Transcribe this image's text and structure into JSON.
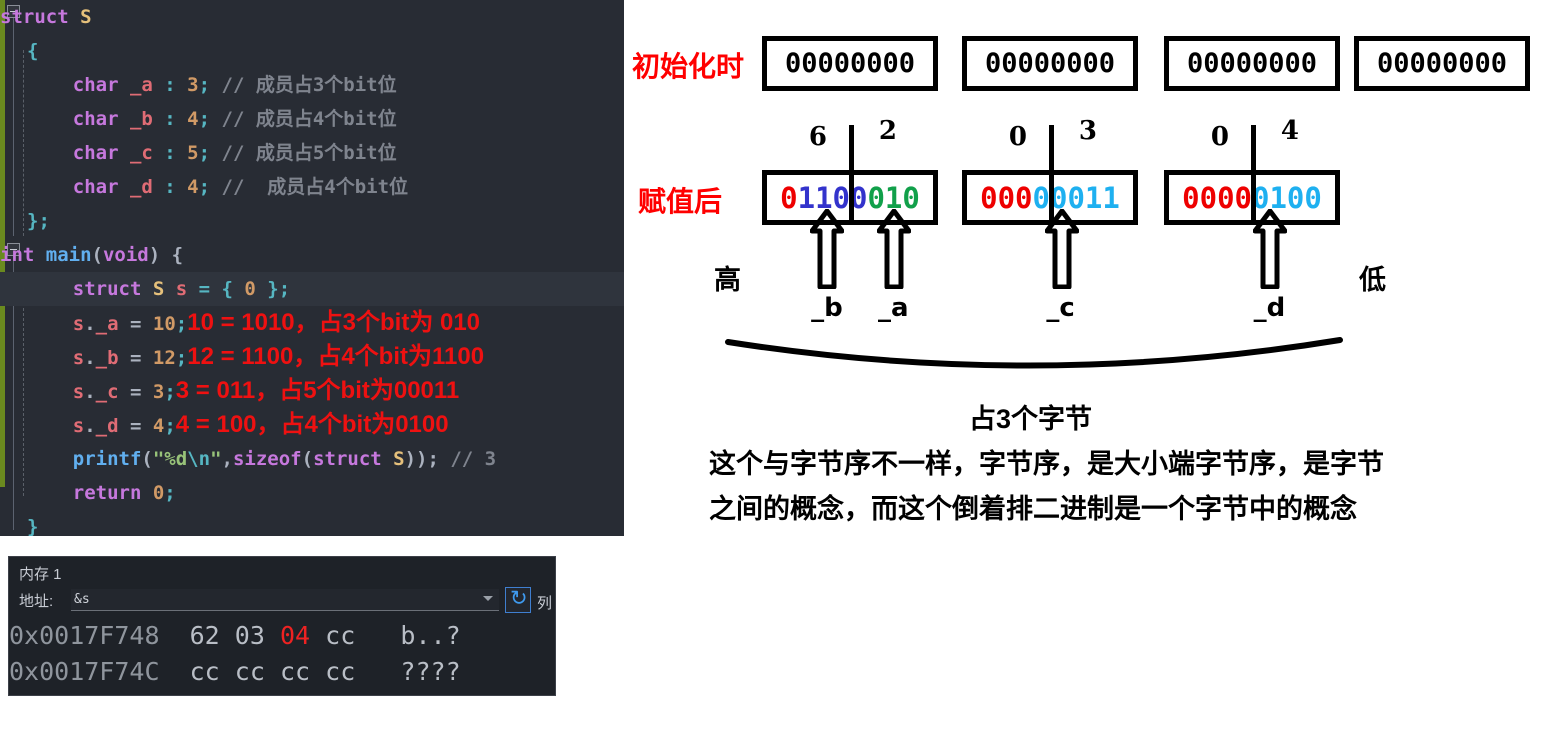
{
  "editor": {
    "lines": [
      {
        "indent": false,
        "tokens": [
          {
            "t": "struct ",
            "c": "kw"
          },
          {
            "t": "S",
            "c": "typ"
          }
        ]
      },
      {
        "indent": true,
        "tokens": [
          {
            "t": "{",
            "c": "kw2"
          }
        ]
      },
      {
        "indent": true,
        "tokens": [
          {
            "t": "    char ",
            "c": "kw"
          },
          {
            "t": "_a",
            "c": "var"
          },
          {
            "t": " : ",
            "c": "kw2"
          },
          {
            "t": "3",
            "c": "num"
          },
          {
            "t": ";",
            "c": "kw2"
          },
          {
            "t": " // ",
            "c": "cmt"
          },
          {
            "t": "成员占3个bit位",
            "c": "cmt"
          }
        ]
      },
      {
        "indent": true,
        "tokens": [
          {
            "t": "    char ",
            "c": "kw"
          },
          {
            "t": "_b",
            "c": "var"
          },
          {
            "t": " : ",
            "c": "kw2"
          },
          {
            "t": "4",
            "c": "num"
          },
          {
            "t": ";",
            "c": "kw2"
          },
          {
            "t": " // ",
            "c": "cmt"
          },
          {
            "t": "成员占4个bit位",
            "c": "cmt"
          }
        ]
      },
      {
        "indent": true,
        "tokens": [
          {
            "t": "    char ",
            "c": "kw"
          },
          {
            "t": "_c",
            "c": "var"
          },
          {
            "t": " : ",
            "c": "kw2"
          },
          {
            "t": "5",
            "c": "num"
          },
          {
            "t": ";",
            "c": "kw2"
          },
          {
            "t": " // ",
            "c": "cmt"
          },
          {
            "t": "成员占5个bit位",
            "c": "cmt"
          }
        ]
      },
      {
        "indent": true,
        "tokens": [
          {
            "t": "    char ",
            "c": "kw"
          },
          {
            "t": "_d",
            "c": "var"
          },
          {
            "t": " : ",
            "c": "kw2"
          },
          {
            "t": "4",
            "c": "num"
          },
          {
            "t": ";",
            "c": "kw2"
          },
          {
            "t": " //  ",
            "c": "cmt"
          },
          {
            "t": "成员占4个bit位",
            "c": "cmt"
          }
        ]
      },
      {
        "indent": true,
        "tokens": [
          {
            "t": "};",
            "c": "kw2"
          }
        ]
      },
      {
        "indent": false,
        "tokens": [
          {
            "t": "int ",
            "c": "kw"
          },
          {
            "t": "main",
            "c": "fn"
          },
          {
            "t": "(",
            "c": "punct"
          },
          {
            "t": "void",
            "c": "kw"
          },
          {
            "t": ") {",
            "c": "punct"
          }
        ]
      },
      {
        "indent": true,
        "tokens": [
          {
            "t": "    struct ",
            "c": "kw"
          },
          {
            "t": "S ",
            "c": "typ"
          },
          {
            "t": "s",
            "c": "var"
          },
          {
            "t": " = { ",
            "c": "kw2"
          },
          {
            "t": "0",
            "c": "num"
          },
          {
            "t": " };",
            "c": "kw2"
          }
        ]
      },
      {
        "indent": true,
        "tokens": [
          {
            "t": "    s",
            "c": "var"
          },
          {
            "t": ".",
            "c": "punct"
          },
          {
            "t": "_a",
            "c": "var"
          },
          {
            "t": " = ",
            "c": "punct"
          },
          {
            "t": "10",
            "c": "num"
          },
          {
            "t": ";",
            "c": "kw2"
          }
        ],
        "annotation": "10 = 1010，占3个bit为 010"
      },
      {
        "indent": true,
        "tokens": [
          {
            "t": "    s",
            "c": "var"
          },
          {
            "t": ".",
            "c": "punct"
          },
          {
            "t": "_b",
            "c": "var"
          },
          {
            "t": " = ",
            "c": "punct"
          },
          {
            "t": "12",
            "c": "num"
          },
          {
            "t": ";",
            "c": "kw2"
          }
        ],
        "annotation": "12 = 1100，占4个bit为1100"
      },
      {
        "indent": true,
        "tokens": [
          {
            "t": "    s",
            "c": "var"
          },
          {
            "t": ".",
            "c": "punct"
          },
          {
            "t": "_c",
            "c": "var"
          },
          {
            "t": " = ",
            "c": "punct"
          },
          {
            "t": "3",
            "c": "num"
          },
          {
            "t": ";",
            "c": "kw2"
          }
        ],
        "annotation": "3 = 011，占5个bit为00011"
      },
      {
        "indent": true,
        "tokens": [
          {
            "t": "    s",
            "c": "var"
          },
          {
            "t": ".",
            "c": "punct"
          },
          {
            "t": "_d",
            "c": "var"
          },
          {
            "t": " = ",
            "c": "punct"
          },
          {
            "t": "4",
            "c": "num"
          },
          {
            "t": ";",
            "c": "kw2"
          }
        ],
        "annotation": "4 = 100，占4个bit为0100"
      },
      {
        "indent": true,
        "tokens": [
          {
            "t": "    printf",
            "c": "fn"
          },
          {
            "t": "(",
            "c": "punct"
          },
          {
            "t": "\"%d",
            "c": "str"
          },
          {
            "t": "\\n",
            "c": "esc"
          },
          {
            "t": "\"",
            "c": "str"
          },
          {
            "t": ",",
            "c": "punct"
          },
          {
            "t": "sizeof",
            "c": "kw"
          },
          {
            "t": "(",
            "c": "punct"
          },
          {
            "t": "struct ",
            "c": "kw"
          },
          {
            "t": "S",
            "c": "typ"
          },
          {
            "t": "));",
            "c": "punct"
          },
          {
            "t": " // 3",
            "c": "cmt"
          }
        ]
      },
      {
        "indent": true,
        "tokens": [
          {
            "t": "    return ",
            "c": "kw"
          },
          {
            "t": "0",
            "c": "num"
          },
          {
            "t": ";",
            "c": "kw2"
          }
        ]
      },
      {
        "indent": true,
        "tokens": [
          {
            "t": "}",
            "c": "kw2"
          }
        ]
      }
    ]
  },
  "memory_window": {
    "title": "内存 1",
    "address_label": "地址:",
    "address_value": "&s",
    "address_placeholder": "&s",
    "refresh_icon": "refresh-icon",
    "dropdown_icon": "chevron-down-icon",
    "columns_label_clipped": "列",
    "rows": [
      {
        "address": "0x0017F748",
        "bytes": [
          "62",
          "03",
          "04",
          "cc"
        ],
        "highlight_index": 2,
        "ascii": "b..?"
      },
      {
        "address": "0x0017F74C",
        "bytes": [
          "cc",
          "cc",
          "cc",
          "cc"
        ],
        "highlight_index": -1,
        "ascii": "????"
      }
    ]
  },
  "diagram": {
    "row_init_label": "初始化时",
    "row_assigned_label": "赋值后",
    "init_boxes": [
      "00000000",
      "00000000",
      "00000000",
      "00000000"
    ],
    "assigned_boxes": [
      {
        "hex_left": "6",
        "hex_right": "2",
        "segments": [
          {
            "text": "0",
            "color": "c-red"
          },
          {
            "text": "1100",
            "color": "c-blue"
          },
          {
            "text": "010",
            "color": "c-green"
          }
        ],
        "arrows": [
          {
            "label": "_b",
            "left_pct": 37
          },
          {
            "label": "_a",
            "left_pct": 75
          }
        ]
      },
      {
        "hex_left": "0",
        "hex_right": "3",
        "segments": [
          {
            "text": "000",
            "color": "c-red"
          },
          {
            "text": "00011",
            "color": "c-cyan"
          }
        ],
        "arrows": [
          {
            "label": "_c",
            "left_pct": 57
          }
        ]
      },
      {
        "hex_left": "0",
        "hex_right": "4",
        "segments": [
          {
            "text": "0000",
            "color": "c-red"
          },
          {
            "text": "0100",
            "color": "c-cyan"
          }
        ],
        "arrows": [
          {
            "label": "_d",
            "left_pct": 60
          }
        ]
      }
    ],
    "high_label": "高",
    "low_label": "低",
    "size_caption": "占3个字节",
    "paragraph": "这个与字节序不一样，字节序，是大小端字节序，是字节之间的概念，而这个倒着排二进制是一个字节中的概念",
    "colors": {
      "red_label": "#ff0000",
      "bit_red": "#ee0000",
      "bit_blue": "#3333cc",
      "bit_green": "#11a04a",
      "bit_cyan": "#1eb0f0",
      "outline": "#000000"
    }
  }
}
